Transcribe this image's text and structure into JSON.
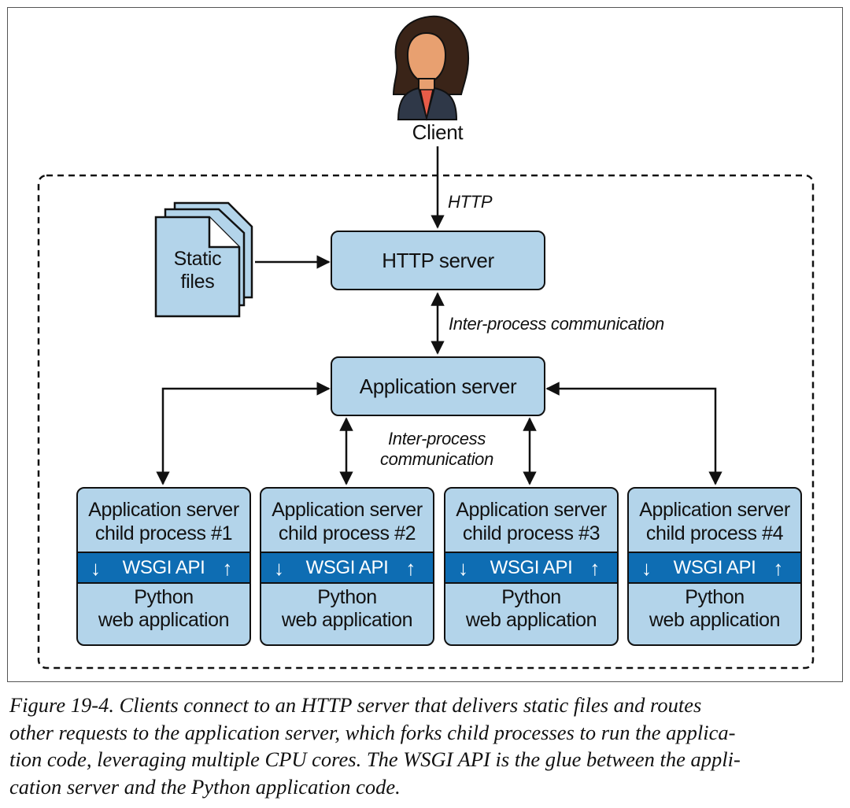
{
  "client": {
    "label": "Client"
  },
  "edges": {
    "http": "HTTP",
    "ipc_top": "Inter-process communication",
    "ipc_mid": [
      "Inter-process",
      "communication"
    ]
  },
  "static_files": {
    "lines": [
      "Static",
      "files"
    ]
  },
  "http_server": {
    "label": "HTTP server"
  },
  "app_server": {
    "label": "Application server"
  },
  "children": [
    {
      "title": [
        "Application server",
        "child process #1"
      ],
      "api": "WSGI API",
      "app": [
        "Python",
        "web application"
      ]
    },
    {
      "title": [
        "Application server",
        "child process #2"
      ],
      "api": "WSGI API",
      "app": [
        "Python",
        "web application"
      ]
    },
    {
      "title": [
        "Application server",
        "child process #3"
      ],
      "api": "WSGI API",
      "app": [
        "Python",
        "web application"
      ]
    },
    {
      "title": [
        "Application server",
        "child process #4"
      ],
      "api": "WSGI API",
      "app": [
        "Python",
        "web application"
      ]
    }
  ],
  "caption": {
    "lines": [
      "Figure 19-4. Clients connect to an HTTP server that delivers static files and routes",
      "other requests to the application server, which forks child processes to run the applica-",
      "tion code, leveraging multiple CPU cores. The WSGI API is the glue between the appli-",
      "cation server and the Python application code."
    ]
  },
  "colors": {
    "box_fill": "#b3d4ea",
    "api_band": "#0e6db3",
    "outline": "#111111"
  },
  "icons": {
    "client": "person-avatar-icon",
    "files": "document-stack-icon"
  }
}
